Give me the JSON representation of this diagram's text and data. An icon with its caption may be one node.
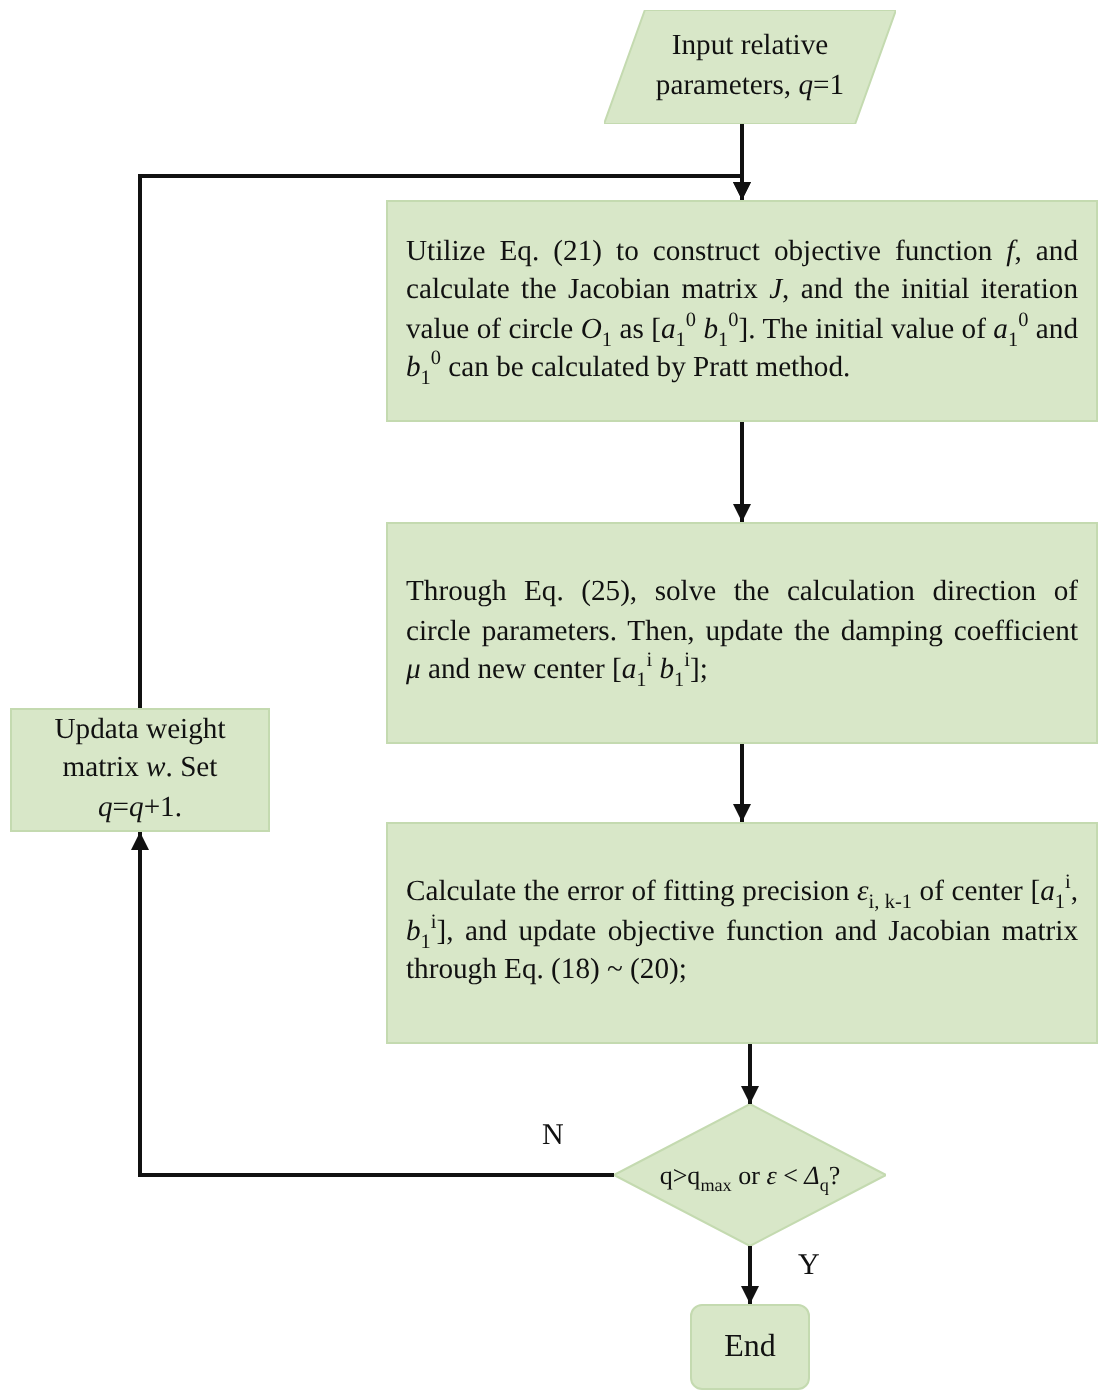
{
  "diagram": {
    "nodes": [
      {
        "text": [
          "Input relative parameters, *q*=1"
        ]
      },
      {
        "text": [
          "Utilize Eq. (21) to construct objective function *f*, and calculate the Jacobian matrix *J*, and the initial iteration value of circle *O*$_{1}$ as [*a*$_{1}$$^{0}$ *b*$_{1}$$^{0}$]. The initial value of *a*$_{1}$$^{0}$ and *b*$_{1}$$^{0}$ can be calculated by Pratt method."
        ]
      },
      {
        "text": [
          "Through Eq. (25), solve the calculation direction of circle parameters. Then, update the damping coefficient *μ* and new center [*a*$_{1}$$^{i}$ *b*$_{1}$$^{i}$];"
        ]
      },
      {
        "text": [
          "Updata weight matrix *w*. Set *q*=*q*+1."
        ]
      },
      {
        "text": [
          "Calculate the error of fitting precision *ε*$_{i, k-1}$ of center [*a*$_{1}$$^{i}$, *b*$_{1}$$^{i}$], and update objective function and Jacobian matrix through Eq. (18) ~ (20);"
        ]
      },
      {
        "text": [
          "q>q$_{max}$ or *ε* < *Δ*$_{q}$?"
        ]
      },
      {
        "text": [
          "End"
        ]
      }
    ],
    "edges": [
      {
        "from": 0,
        "to": 1,
        "arrow": "to"
      },
      {
        "from": 1,
        "to": 2,
        "arrow": "to"
      },
      {
        "from": 2,
        "to": 4,
        "arrow": "to"
      },
      {
        "from": 4,
        "to": 5,
        "arrow": "to"
      },
      {
        "from": 5,
        "to": 3,
        "arrow": "to",
        "label": "N"
      },
      {
        "from": 3,
        "to": 1,
        "arrow": "to"
      },
      {
        "from": 5,
        "to": 6,
        "arrow": "to",
        "label": "Y"
      }
    ]
  }
}
